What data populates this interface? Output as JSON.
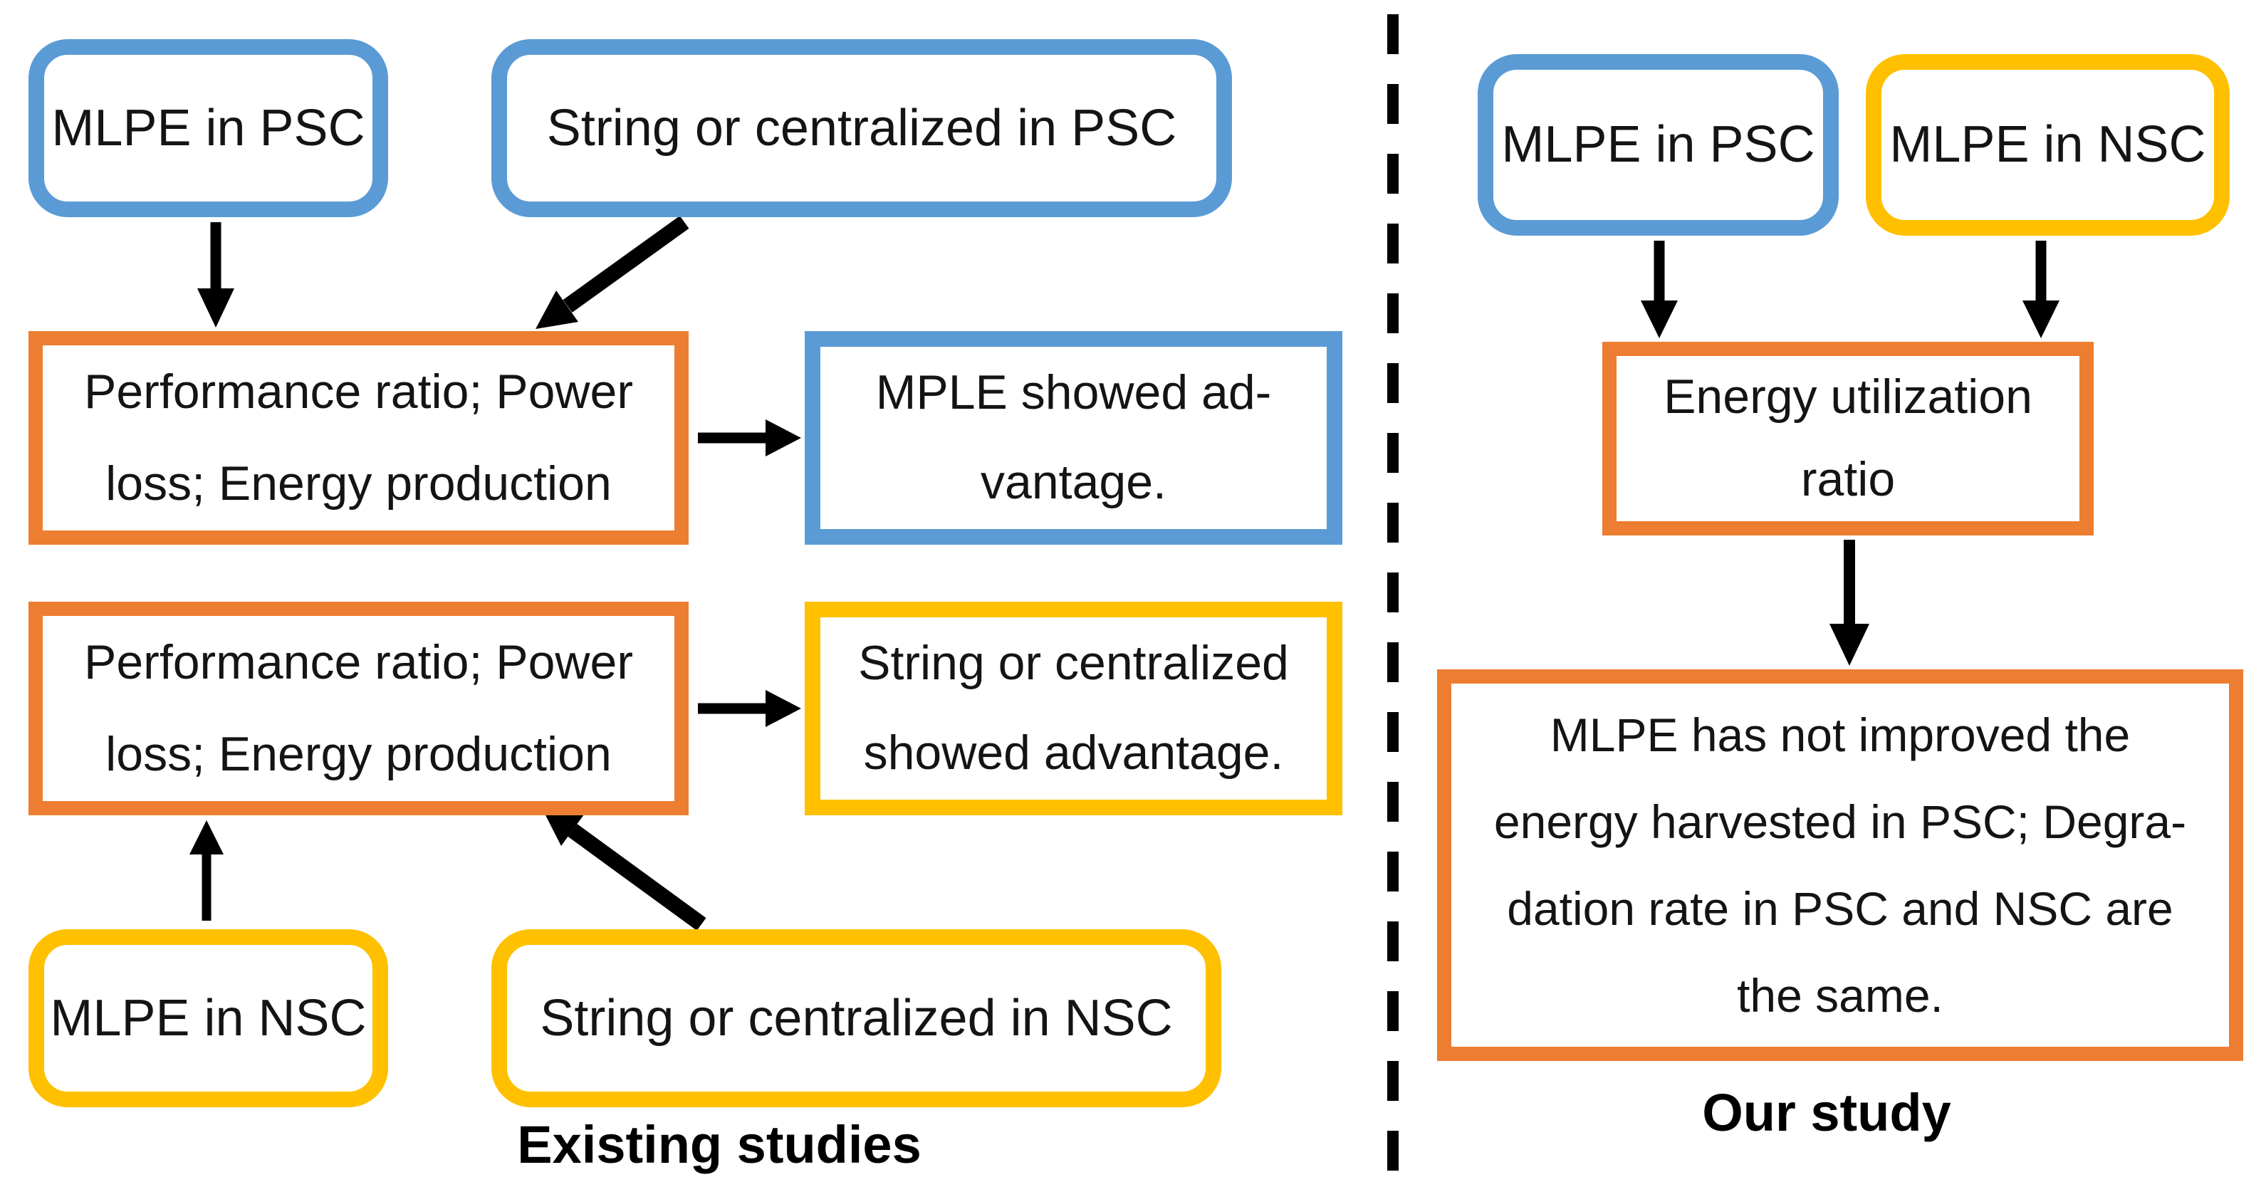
{
  "figure": {
    "type": "flow-diagram",
    "colors": {
      "blue": "#5B9BD5",
      "orange": "#ED7D31",
      "yellow": "#FFC000",
      "arrow_black": "#000000"
    },
    "left_panel": {
      "caption": "Existing studies",
      "box_mlpe_psc": "MLPE in PSC",
      "box_string_psc": "String or centralized in PSC",
      "box_metrics_psc": "Performance ratio; Power\nloss; Energy production",
      "box_mple_advantage": "MPLE showed ad-\nvantage.",
      "box_metrics_nsc": "Performance ratio; Power\nloss; Energy production",
      "box_string_advantage": "String or centralized\nshowed advantage.",
      "box_mlpe_nsc": "MLPE in NSC",
      "box_string_nsc": "String or centralized in NSC"
    },
    "right_panel": {
      "caption": "Our study",
      "box_mlpe_psc": "MLPE in PSC",
      "box_mlpe_nsc": "MLPE in NSC",
      "box_energy_ratio": "Energy utilization\nratio",
      "box_conclusion": "MLPE has not improved the\nenergy harvested in PSC; Degra-\ndation rate in PSC and NSC are\nthe same."
    }
  }
}
